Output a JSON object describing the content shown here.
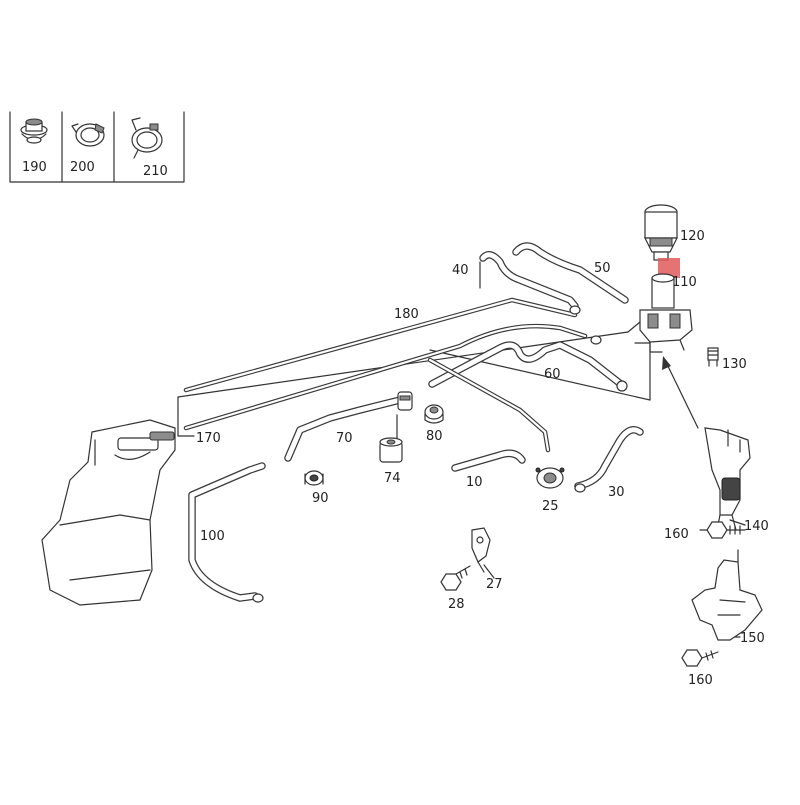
{
  "legend_box": {
    "items": [
      {
        "number": "190",
        "icon": "grommet-icon"
      },
      {
        "number": "200",
        "icon": "hose-clamp-icon"
      },
      {
        "number": "210",
        "icon": "spring-clamp-icon"
      }
    ]
  },
  "callouts": [
    {
      "number": "120",
      "part": "valve-actuator"
    },
    {
      "number": "110",
      "part": "water-valve"
    },
    {
      "number": "50",
      "part": "hose"
    },
    {
      "number": "40",
      "part": "hose"
    },
    {
      "number": "180",
      "part": "line"
    },
    {
      "number": "130",
      "part": "bleed-screw"
    },
    {
      "number": "60",
      "part": "hose"
    },
    {
      "number": "170",
      "part": "line"
    },
    {
      "number": "70",
      "part": "hose"
    },
    {
      "number": "80",
      "part": "grommet"
    },
    {
      "number": "74",
      "part": "damper"
    },
    {
      "number": "90",
      "part": "grommet"
    },
    {
      "number": "10",
      "part": "hose"
    },
    {
      "number": "25",
      "part": "thermostat-flange"
    },
    {
      "number": "30",
      "part": "hose"
    },
    {
      "number": "140",
      "part": "bracket"
    },
    {
      "number": "160",
      "part": "bolt"
    },
    {
      "number": "100",
      "part": "hose"
    },
    {
      "number": "27",
      "part": "holder"
    },
    {
      "number": "28",
      "part": "bolt"
    },
    {
      "number": "150",
      "part": "bracket"
    },
    {
      "number": "160",
      "part": "bolt"
    }
  ],
  "highlight_color": "#e05a5a"
}
